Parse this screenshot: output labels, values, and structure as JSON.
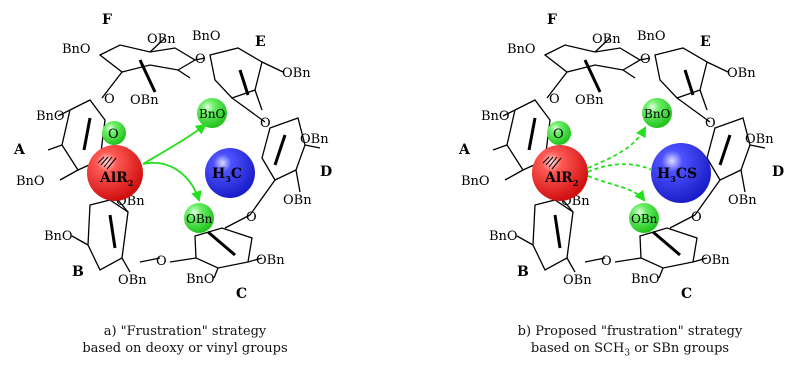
{
  "panel_a": {
    "letters": {
      "A": "A",
      "B": "B",
      "C": "C",
      "D": "D",
      "E": "E",
      "F": "F"
    },
    "substituents": {
      "f_obn": "OBn",
      "f_bno_left": "BnO",
      "f_obn_lower": "OBn",
      "f_bno_right": "BnO",
      "e_obn": "OBn",
      "a_bno_upper": "BnO",
      "a_bno_lower": "BnO",
      "b_obn": "OBn",
      "b_bno": "BnO",
      "b_obn_lower": "OBn",
      "c_bno": "BnO",
      "c_obn": "OBn",
      "d_obn_upper": "OBn",
      "d_obn_lower": "OBn"
    },
    "ring_o": "O",
    "spheres": {
      "o_green": "O",
      "al": "AlR",
      "al_sub": "2",
      "bno_green": "BnO",
      "h3c": "H",
      "h3c_sub": "3",
      "h3c_c": "C",
      "obn_green": "OBn"
    },
    "caption_line1": "a) \"Frustration\" strategy",
    "caption_line2": "based on deoxy or vinyl groups"
  },
  "panel_b": {
    "letters": {
      "A": "A",
      "B": "B",
      "C": "C",
      "D": "D",
      "E": "E",
      "F": "F"
    },
    "spheres": {
      "o_green": "O",
      "al": "AlR",
      "al_sub": "2",
      "bno_green": "BnO",
      "h3cs": "H",
      "h3cs_sub": "3",
      "h3cs_cs": "CS",
      "obn_green": "OBn"
    },
    "caption_line1": "b) Proposed \"frustration\" strategy",
    "caption_line2_pre": "based on SCH",
    "caption_line2_sub": "3",
    "caption_line2_post": " or SBn groups"
  },
  "colors": {
    "red": "#e8231c",
    "blue": "#2a2ee0",
    "green": "#3ee33a",
    "arrow": "#22e01a"
  }
}
